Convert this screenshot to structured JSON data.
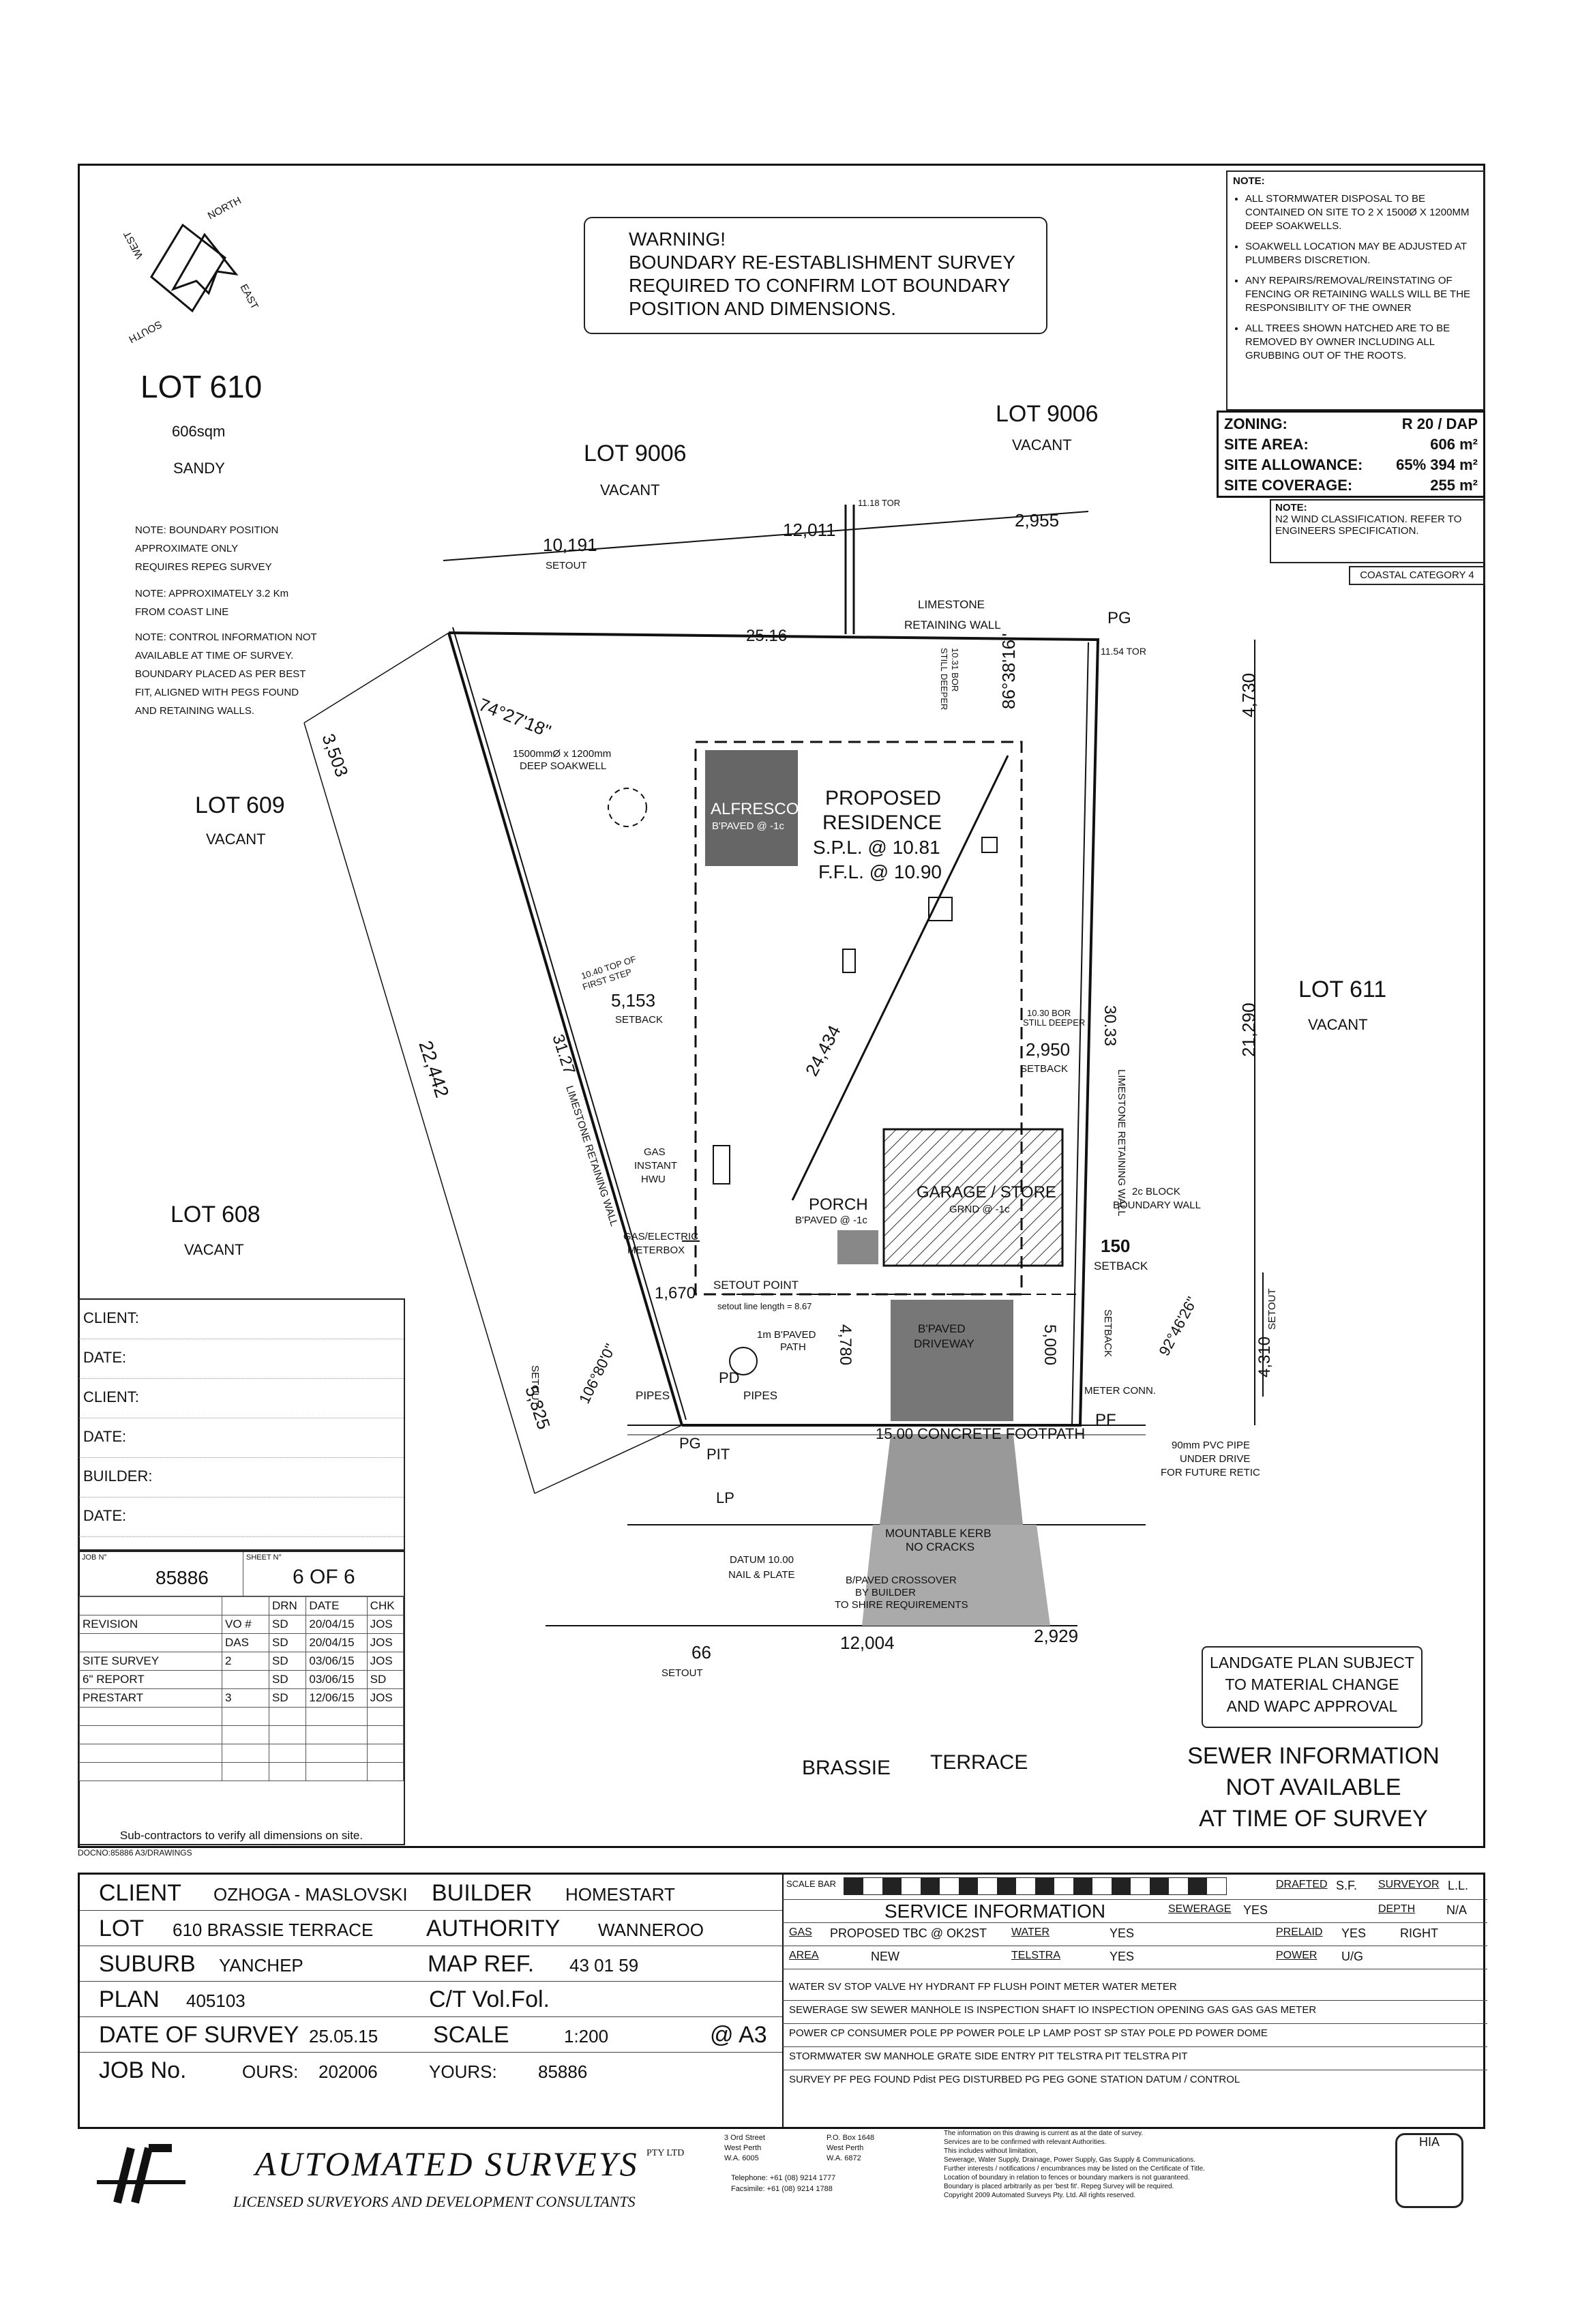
{
  "warning": {
    "line1": "WARNING!",
    "line2": "BOUNDARY RE-ESTABLISHMENT SURVEY",
    "line3": "REQUIRED TO CONFIRM LOT BOUNDARY",
    "line4": "POSITION AND DIMENSIONS."
  },
  "notes": {
    "heading": "NOTE:",
    "items": [
      "All stormwater disposal to be contained on site to 2 x 1500Ø x 1200mm deep soakwells.",
      "Soakwell location may be adjusted at plumbers discretion.",
      "Any repairs/removal/reinstating of fencing or retaining walls will be the responsibility of the owner",
      "All trees shown hatched are to be removed by owner including all grubbing out of the roots."
    ]
  },
  "zoning": {
    "zoning_label": "ZONING:",
    "zoning_value": "R 20 / DAP",
    "area_label": "SITE AREA:",
    "area_value": "606 m²",
    "allow_label": "SITE ALLOWANCE:",
    "allow_value": "65%  394 m²",
    "cover_label": "SITE COVERAGE:",
    "cover_value": "255 m²"
  },
  "n2": {
    "heading": "NOTE:",
    "text": "N2 wind classification. Refer to engineers specification."
  },
  "coastal": "COASTAL CATEGORY 4",
  "lot610": {
    "title": "LOT 610",
    "area": "606sqm",
    "soil": "SANDY"
  },
  "left_notes": [
    "NOTE: BOUNDARY POSITION",
    "APPROXIMATE ONLY",
    "REQUIRES REPEG SURVEY",
    "NOTE: APPROXIMATELY 3.2 Km",
    "FROM COAST LINE",
    "NOTE: CONTROL INFORMATION NOT",
    "AVAILABLE AT TIME OF SURVEY.",
    "BOUNDARY PLACED AS PER BEST",
    "FIT, ALIGNED WITH PEGS FOUND",
    "AND RETAINING WALLS."
  ],
  "lots": {
    "lot9006a": "LOT 9006",
    "vacant": "VACANT",
    "lot9006b": "LOT 9006",
    "lot609": "LOT 609",
    "lot608": "LOT 608",
    "lot611": "LOT 611"
  },
  "compass": {
    "north": "NORTH",
    "east": "EAST",
    "south": "SOUTH",
    "west": "WEST"
  },
  "plan": {
    "proposed": "PROPOSED",
    "residence": "RESIDENCE",
    "spl": "S.P.L. @ 10.81",
    "ffl": "F.F.L. @ 10.90",
    "alfresco": "ALFRESCO",
    "alfresco_paved": "B'PAVED @ -1c",
    "garage": "GARAGE / STORE",
    "garage_grnd": "GRND @ -1c",
    "porch": "PORCH",
    "porch_paved": "B'PAVED @ -1c",
    "driveway1": "B'PAVED",
    "driveway2": "DRIVEWAY",
    "d_10191": "10,191",
    "setout": "SETOUT",
    "d_12011": "12,011",
    "d_2955": "2,955",
    "d_2516": "25.16",
    "tor_1118": "11.18 TOR",
    "limestone": "LIMESTONE",
    "ret_wall": "RETAINING WALL",
    "pg": "PG",
    "tor_1154": "11.54 TOR",
    "angle_863816": "86°38'16\"",
    "angle_742718": "74°27'18\"",
    "d_3503": "3,503",
    "d_4730": "4,730",
    "d_21290": "21,290",
    "d_3033": "30.33",
    "d_22442": "22,442",
    "d_3127": "31.27",
    "limestone_wall": "LIMESTONE RETAINING WALL",
    "limestone_wall_r": "LIMESTONE RETAINING WALL",
    "soakwell1": "1500mmØ x 1200mm",
    "soakwell2": "DEEP SOAKWELL",
    "d_5153": "5,153",
    "setback": "SETBACK",
    "first_step1": "10.40 TOP OF",
    "first_step2": "FIRST STEP",
    "d_24434": "24,434",
    "d_2950": "2,950",
    "bor1": "10.30 BOR",
    "bor2": "STILL DEEPER",
    "bor_a": "10.31 BOR",
    "bor_b": "STILL DEEPER",
    "gas1": "GAS",
    "gas2": "INSTANT",
    "gas3": "HWU",
    "meterbox1": "GAS/ELECTRIC",
    "meterbox2": "METERBOX",
    "setout_point": "SETOUT POINT",
    "setout_line": "setout line length = 8.67",
    "d_1670": "1,670",
    "d_150": "150",
    "setback150": "SETBACK",
    "block_wall1": "2c BLOCK",
    "block_wall2": "BOUNDARY WALL",
    "d_4780": "4,780",
    "d_5000": "5,000",
    "d_4310": "4,310",
    "angle_924626": "92°46'26\"",
    "path1": "1m B'PAVED",
    "path2": "PATH",
    "pipes": "PIPES",
    "pd": "PD",
    "meter_conn": "METER CONN.",
    "pf": "PF",
    "pit": "PIT",
    "pg2": "PG",
    "lp": "LP",
    "footpath": "15.00 CONCRETE FOOTPATH",
    "pvc1": "90mm PVC PIPE",
    "pvc2": "UNDER DRIVE",
    "pvc3": "FOR FUTURE RETIC",
    "d_5325": "5,325",
    "angle_106": "106°80'0\"",
    "kerb1": "MOUNTABLE KERB",
    "kerb2": "NO CRACKS",
    "datum1": "DATUM 10.00",
    "datum2": "NAIL & PLATE",
    "crossover1": "B/PAVED CROSSOVER",
    "crossover2": "BY BUILDER",
    "crossover3": "TO SHIRE REQUIREMENTS",
    "d_66": "66",
    "d_12004": "12,004",
    "d_2929": "2,929",
    "brassie": "BRASSIE",
    "terrace": "TERRACE",
    "landgate1": "LANDGATE PLAN SUBJECT",
    "landgate2": "TO MATERIAL CHANGE",
    "landgate3": "AND WAPC APPROVAL",
    "sewer1": "SEWER INFORMATION",
    "sewer2": "NOT AVAILABLE",
    "sewer3": "AT TIME OF SURVEY"
  },
  "client_box": [
    "CLIENT:",
    "DATE:",
    "CLIENT:",
    "DATE:",
    "BUILDER:",
    "DATE:"
  ],
  "job": {
    "job_label": "JOB N°",
    "job_no": "85886",
    "sheet_label": "SHEET N°",
    "sheet": "6 OF 6",
    "headers": [
      "",
      "",
      "DRN",
      "DATE",
      "CHK"
    ],
    "rows": [
      [
        "REVISION",
        "VO #",
        "SD",
        "20/04/15",
        "JOS"
      ],
      [
        "",
        "DAS",
        "SD",
        "20/04/15",
        "JOS"
      ],
      [
        "SITE SURVEY",
        "2",
        "SD",
        "03/06/15",
        "JOS"
      ],
      [
        "6\" REPORT",
        "",
        "SD",
        "03/06/15",
        "SD"
      ],
      [
        "PRESTART",
        "3",
        "SD",
        "12/06/15",
        "JOS"
      ]
    ],
    "footer": "Sub-contractors to verify all dimensions on site.",
    "docno": "DOCNO:85886 A3/DRAWINGS"
  },
  "titleblock": {
    "client_label": "CLIENT",
    "client": "OZHOGA - MASLOVSKI",
    "builder_label": "BUILDER",
    "builder": "HOMESTART",
    "lot_label": "LOT",
    "lot": "610 BRASSIE TERRACE",
    "authority_label": "AUTHORITY",
    "authority": "WANNEROO",
    "suburb_label": "SUBURB",
    "suburb": "YANCHEP",
    "mapref_label": "MAP REF.",
    "mapref": "43 01 59",
    "plan_label": "PLAN",
    "plan": "405103",
    "ctvol": "C/T Vol.Fol.",
    "dos_label": "DATE OF SURVEY",
    "dos": "25.05.15",
    "scale_label": "SCALE",
    "scale": "1:200",
    "paper": "@ A3",
    "jobno_label": "JOB No.",
    "ours_label": "OURS:",
    "ours": "202006",
    "yours_label": "YOURS:",
    "yours": "85886"
  },
  "service": {
    "scale_bar": "SCALE BAR",
    "drafted_label": "DRAFTED",
    "drafted": "S.F.",
    "surveyor_label": "SURVEYOR",
    "surveyor": "L.L.",
    "title": "SERVICE INFORMATION",
    "sewerage_label": "SEWERAGE",
    "sewerage": "YES",
    "depth_label": "DEPTH",
    "depth": "N/A",
    "gas_label": "GAS",
    "gas": "PROPOSED TBC @ OK2ST",
    "water_label": "WATER",
    "water": "YES",
    "prelaid_label": "PRELAID",
    "prelaid": "YES",
    "prelaid_side": "RIGHT",
    "area_label": "AREA",
    "area": "NEW",
    "telstra_label": "TELSTRA",
    "telstra": "YES",
    "power_label": "POWER",
    "power": "U/G",
    "legend_rows": [
      "WATER   SV STOP VALVE      HY HYDRANT      FP FLUSH POINT      METER WATER METER",
      "SEWERAGE   SW SEWER MANHOLE   IS INSPECTION SHAFT   IO INSPECTION OPENING   GAS   GAS GAS METER",
      "POWER   CP CONSUMER POLE   PP POWER POLE   LP LAMP POST   SP STAY POLE   PD POWER DOME",
      "STORMWATER   SW MANHOLE   GRATE   SIDE ENTRY PIT   TELSTRA   PIT TELSTRA PIT",
      "SURVEY   PF PEG FOUND   Pdist PEG DISTURBED   PG PEG GONE   STATION   DATUM / CONTROL"
    ]
  },
  "company": {
    "name": "AUTOMATED SURVEYS",
    "ptyltd": "PTY LTD",
    "tagline": "LICENSED SURVEYORS AND DEVELOPMENT CONSULTANTS",
    "addr1": "3 Ord Street",
    "addr2": "West Perth",
    "addr3": "W.A. 6005",
    "po1": "P.O. Box 1648",
    "po2": "West Perth",
    "po3": "W.A. 6872",
    "tel": "Telephone: +61 (08) 9214 1777",
    "fax": "Facsimile: +61 (08) 9214 1788",
    "disclaimer": [
      "The information on this drawing is current as at the date of survey.",
      "Services are to be confirmed with relevant Authorities.",
      "This includes without limitation,",
      "Sewerage, Water Supply, Drainage, Power Supply, Gas Supply & Communications.",
      "Further interests / notifications / encumbrances may be listed on the Certificate of Title.",
      "Location of boundary in relation to fences or boundary markers is not guaranteed.",
      "Boundary is placed arbitrarily as per 'best fit'. Repeg Survey will be required.",
      "Copyright 2009 Automated Surveys Pty. Ltd. All rights reserved."
    ],
    "hia": "HIA"
  }
}
